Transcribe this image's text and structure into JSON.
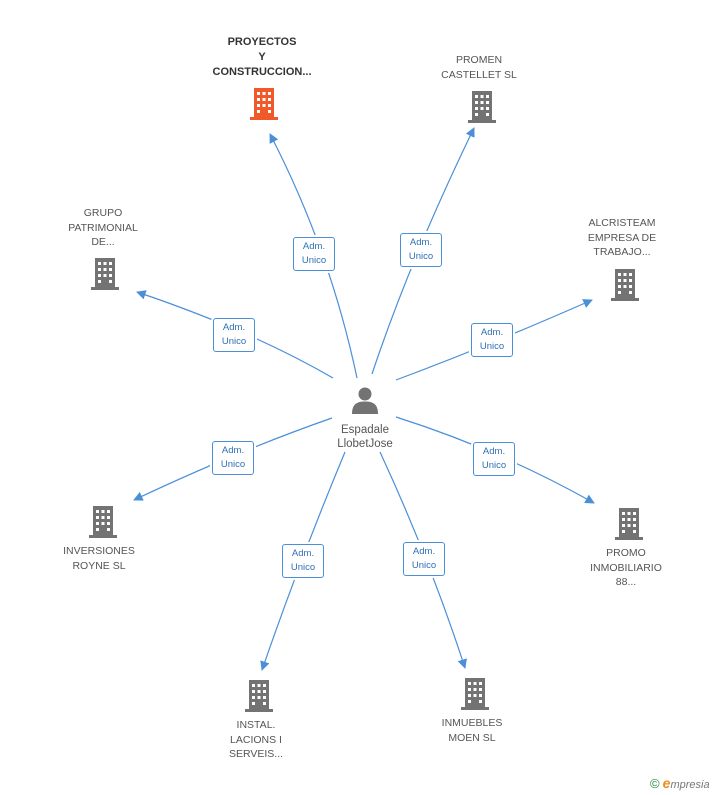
{
  "person": {
    "name_line1": "Espadale",
    "name_line2": "LlobetJose"
  },
  "relation": {
    "line1": "Adm.",
    "line2": "Unico"
  },
  "companies": [
    {
      "id": "proyectos",
      "lines": [
        "PROYECTOS",
        "Y",
        "CONSTRUCCION..."
      ],
      "highlighted": true
    },
    {
      "id": "promen",
      "lines": [
        "PROMEN",
        "CASTELLET SL"
      ],
      "highlighted": false
    },
    {
      "id": "grupo",
      "lines": [
        "GRUPO",
        "PATRIMONIAL",
        "DE..."
      ],
      "highlighted": false
    },
    {
      "id": "alcristeam",
      "lines": [
        "ALCRISTEAM",
        "EMPRESA DE",
        "TRABAJO..."
      ],
      "highlighted": false
    },
    {
      "id": "inversiones",
      "lines": [
        "INVERSIONES",
        "ROYNE SL"
      ],
      "highlighted": false
    },
    {
      "id": "promo",
      "lines": [
        "PROMO",
        "INMOBILIARIO",
        "88..."
      ],
      "highlighted": false
    },
    {
      "id": "instal",
      "lines": [
        "INSTAL.",
        "LACIONS I",
        "SERVEIS..."
      ],
      "highlighted": false
    },
    {
      "id": "inmuebles",
      "lines": [
        "INMUEBLES",
        "MOEN SL"
      ],
      "highlighted": false
    }
  ],
  "colors": {
    "edge": "#4a8fd8",
    "building": "#737373",
    "highlight": "#f05a28"
  },
  "footer": {
    "copyright": "©",
    "brand_initial": "e",
    "brand_rest": "mpresia"
  }
}
